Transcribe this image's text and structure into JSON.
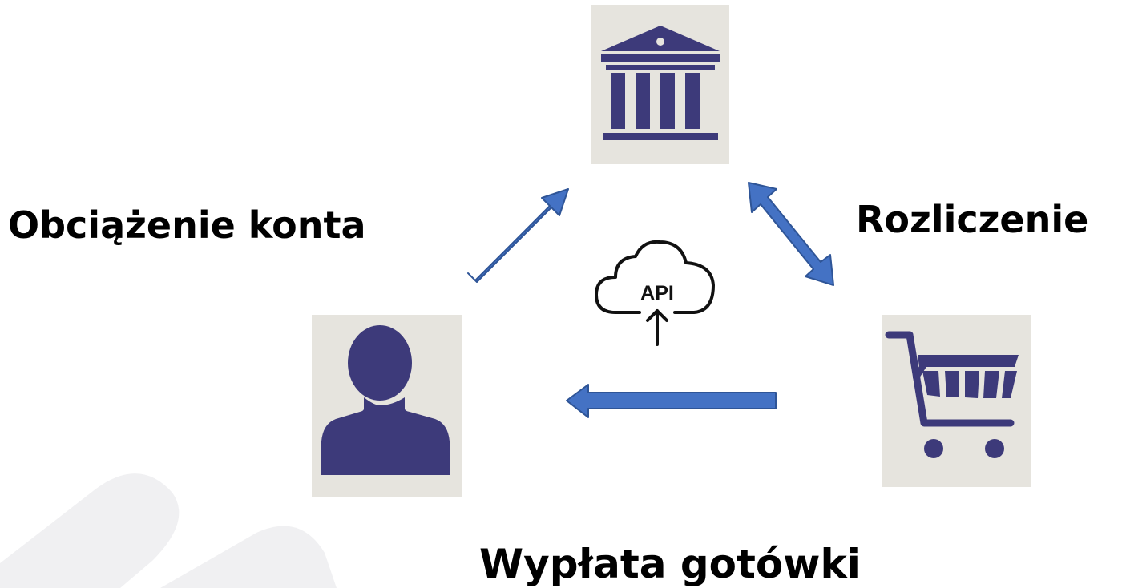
{
  "colors": {
    "icon": "#3d3a7a",
    "tile": "#e6e4de",
    "arrow_fill": "#4472c4",
    "arrow_stroke": "#2f5597",
    "text": "#000000"
  },
  "nodes": {
    "bank": {
      "icon": "bank-icon"
    },
    "user": {
      "icon": "user-icon"
    },
    "shop": {
      "icon": "shopping-cart-icon"
    }
  },
  "center": {
    "icon": "api-cloud-icon",
    "text": "API"
  },
  "labels": {
    "debit": "Obciążenie konta",
    "settlement": "Rozliczenie",
    "payout": "Wypłata gotówki"
  },
  "edges": [
    {
      "from": "user",
      "to": "bank",
      "direction": "one-way",
      "label": "Obciążenie konta"
    },
    {
      "from": "bank",
      "to": "shop",
      "direction": "two-way",
      "label": "Rozliczenie"
    },
    {
      "from": "shop",
      "to": "user",
      "direction": "one-way",
      "label": "Wypłata gotówki"
    }
  ]
}
